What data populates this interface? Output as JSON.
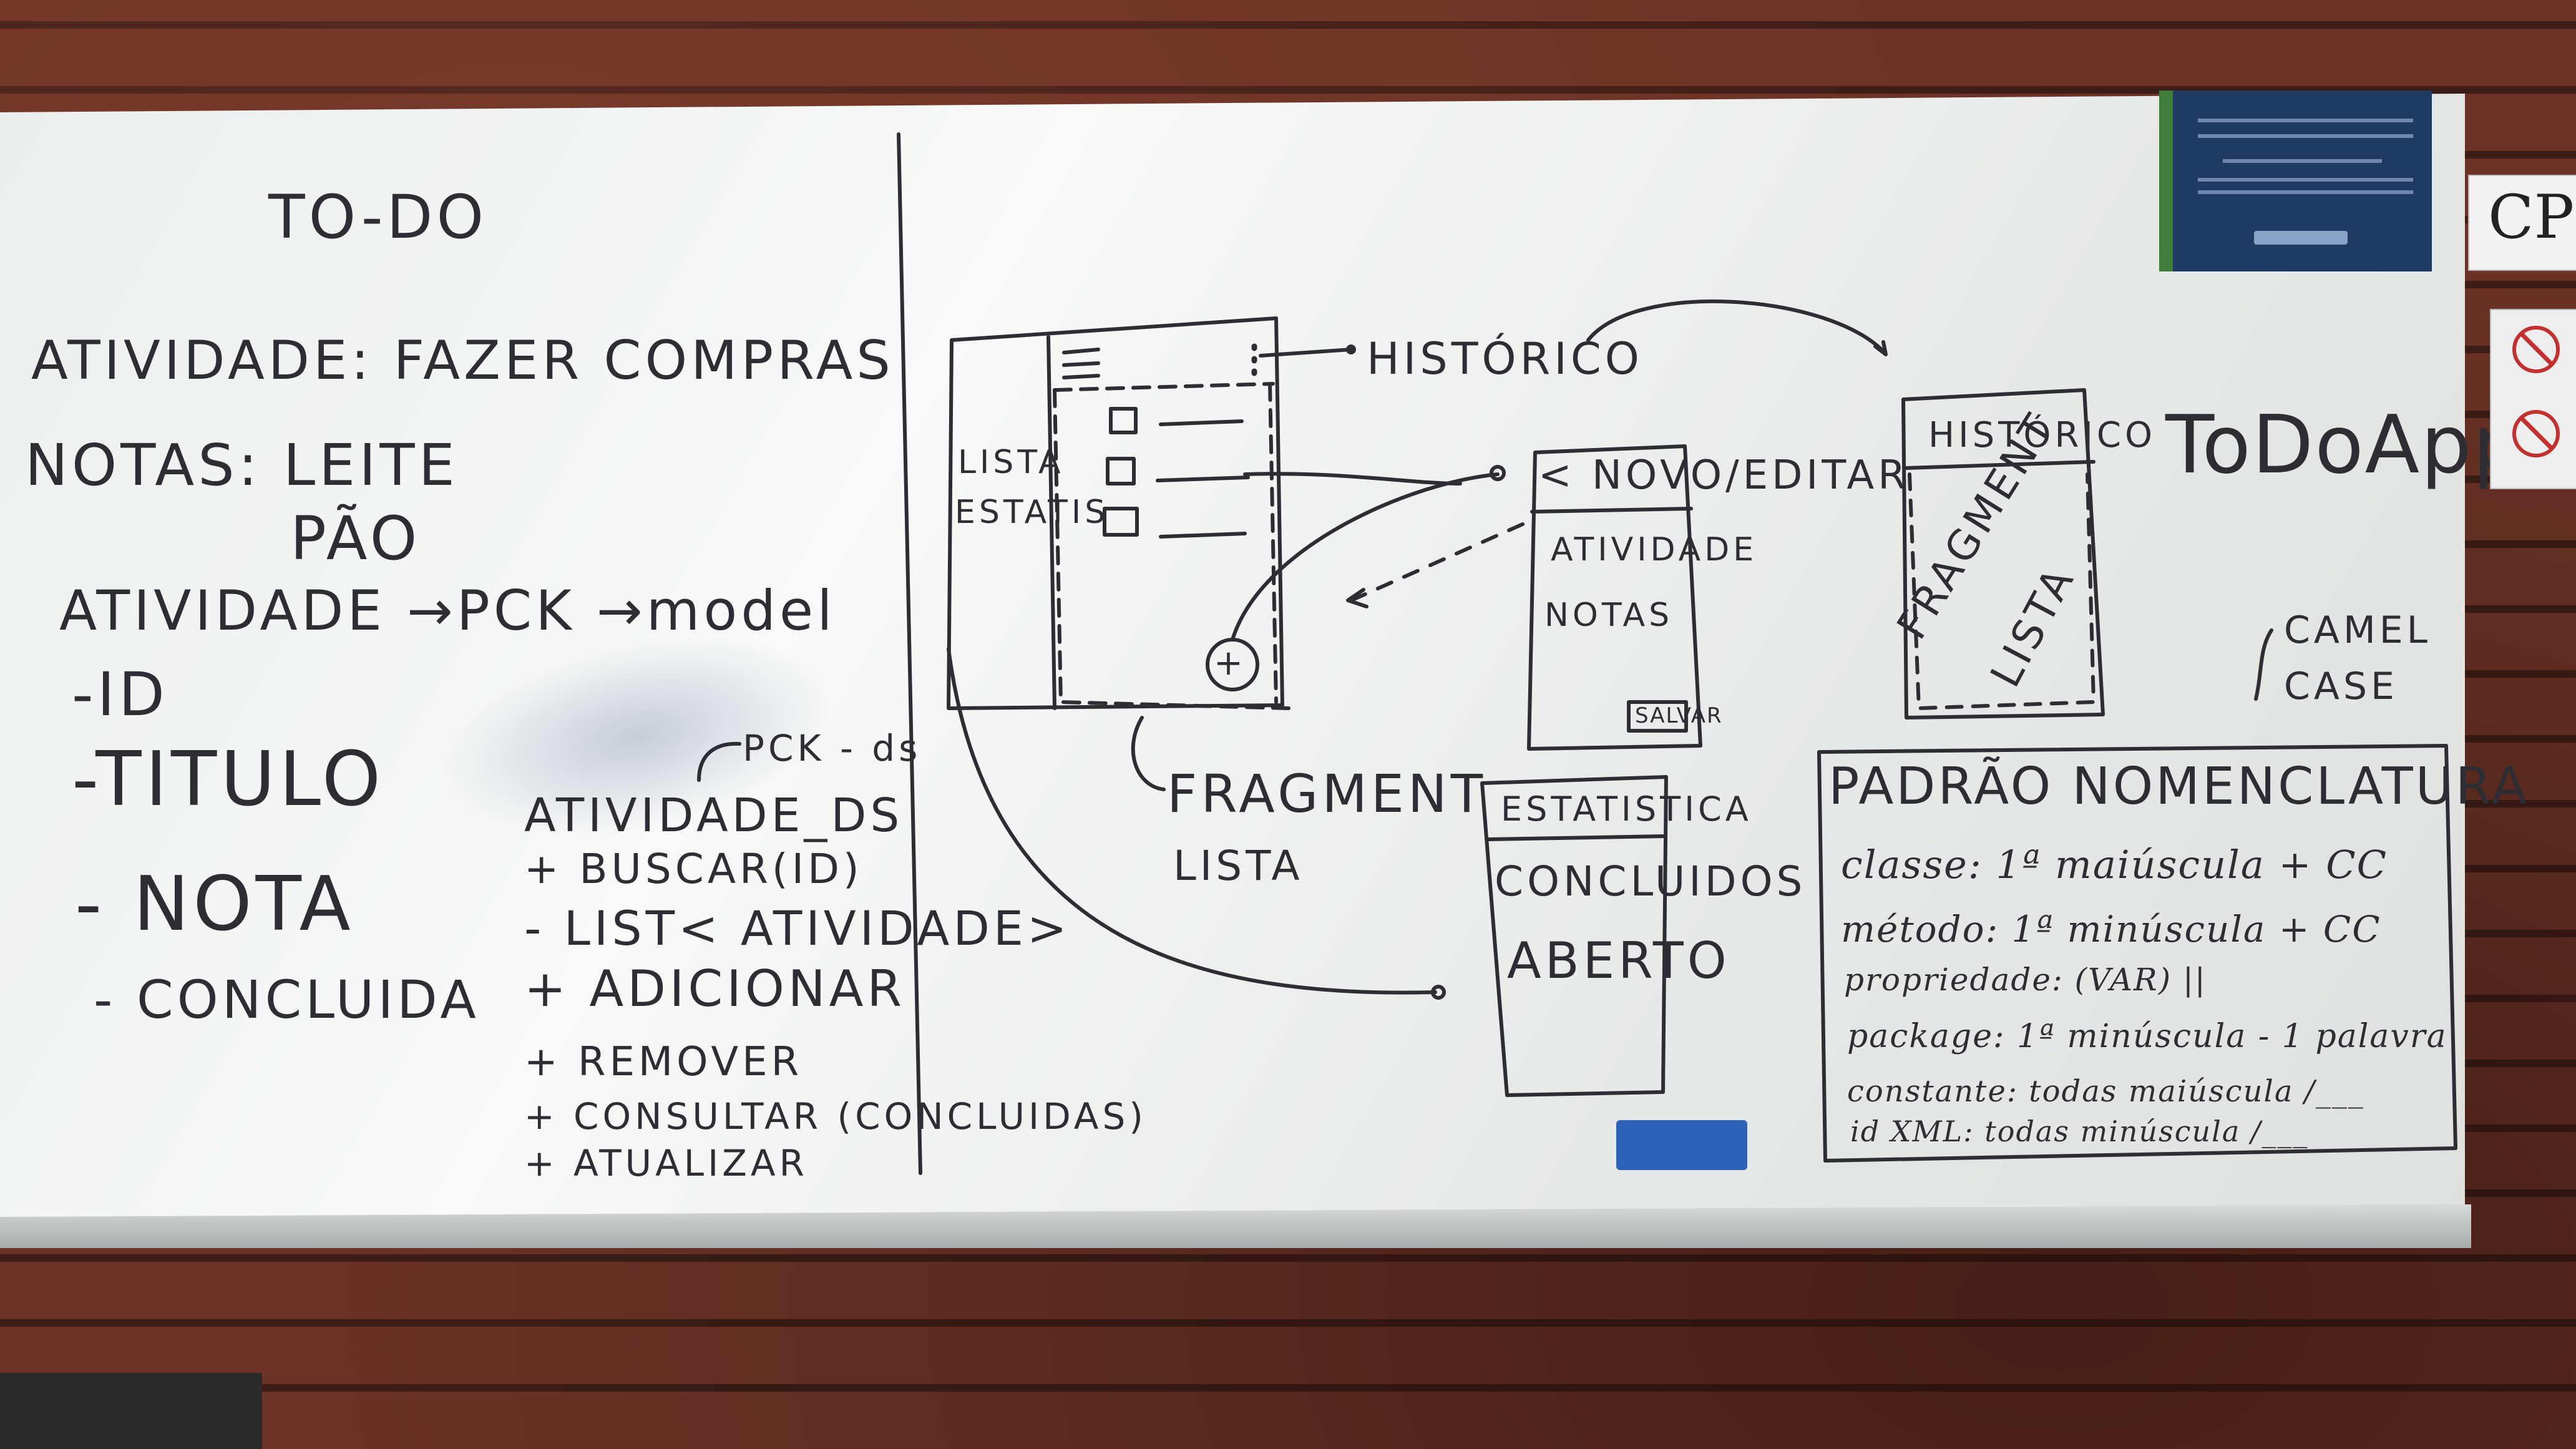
{
  "left_notes": {
    "title": "TO-DO",
    "activity_line": "ATIVIDADE: FAZER COMPRAS",
    "notes_line": "NOTAS: LEITE",
    "notes_item2": "PÃO",
    "model_line": "ATIVIDADE →PCK →model",
    "fields": [
      "-ID",
      "-TITULO",
      "- NOTA",
      "- CONCLUIDA"
    ]
  },
  "datasource": {
    "pck_label": "PCK - ds",
    "class_name": "ATIVIDADE_DS",
    "methods": [
      "+ BUSCAR(ID)",
      "- LIST< ATIVIDADE>",
      "+ ADICIONAR",
      "+ REMOVER",
      "+ CONSULTAR (CONCLUIDAS)",
      "+ ATUALIZAR"
    ]
  },
  "wireframe_main": {
    "drawer_label_1": "LISTA",
    "drawer_label_2": "ESTATIS",
    "fab_symbol": "+",
    "historico_label": "HISTÓRICO",
    "fragment_label_1": "FRAGMENT",
    "fragment_label_2": "LISTA"
  },
  "wireframe_edit": {
    "header": "< NOVO/EDITAR",
    "field1": "ATIVIDADE",
    "field2": "NOTAS",
    "save_button": "SALVAR"
  },
  "wireframe_stats": {
    "header": "ESTATISTICA",
    "item1": "CONCLUIDOS",
    "item2": "ABERTO"
  },
  "wireframe_history": {
    "header": "HISTÓRICO",
    "body_1": "FRAGMENT",
    "body_2": "LISTA"
  },
  "app_name": "ToDoApp",
  "camel_case": "CAMEL CASE",
  "naming": {
    "title": "PADRÃO NOMENCLATURA",
    "rules": [
      "classe: 1ª maiúscula + CC",
      "método: 1ª minúscula + CC",
      "propriedade: (VAR)   ||",
      "package: 1ª minúscula - 1 palavra",
      "constante: todas maiúscula /___",
      "id XML: todas minúscula /___"
    ]
  },
  "signage": {
    "cp_text": "CP",
    "poster_icon": "poster-icon",
    "sign_icons": [
      "no-entry-icon",
      "no-entry-icon"
    ]
  },
  "colors": {
    "ink": "#2d2d33",
    "board": "#f2f3f3",
    "eraser": "#2e62b8",
    "brick": "#6b3326"
  }
}
